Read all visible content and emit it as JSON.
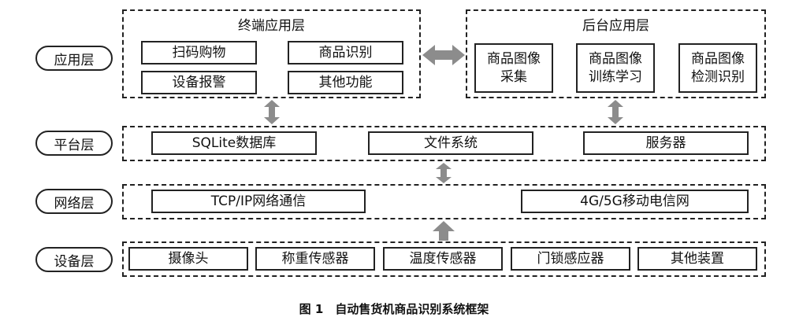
{
  "layers": {
    "application": "应用层",
    "platform": "平台层",
    "network": "网络层",
    "device": "设备层"
  },
  "terminal_group": {
    "title": "终端应用层",
    "items": [
      "扫码购物",
      "商品识别",
      "设备报警",
      "其他功能"
    ]
  },
  "backend_group": {
    "title": "后台应用层",
    "items": [
      "商品图像\n采集",
      "商品图像\n训练学习",
      "商品图像\n检测识别"
    ]
  },
  "platform_items": [
    "SQLite数据库",
    "文件系统",
    "服务器"
  ],
  "network_items": [
    "TCP/IP网络通信",
    "4G/5G移动电信网"
  ],
  "device_items": [
    "摄像头",
    "称重传感器",
    "温度传感器",
    "门锁感应器",
    "其他装置"
  ],
  "caption": "图 1　自动售货机商品识别系统框架",
  "colors": {
    "arrow": "#8c8c8c",
    "border": "#222222"
  }
}
